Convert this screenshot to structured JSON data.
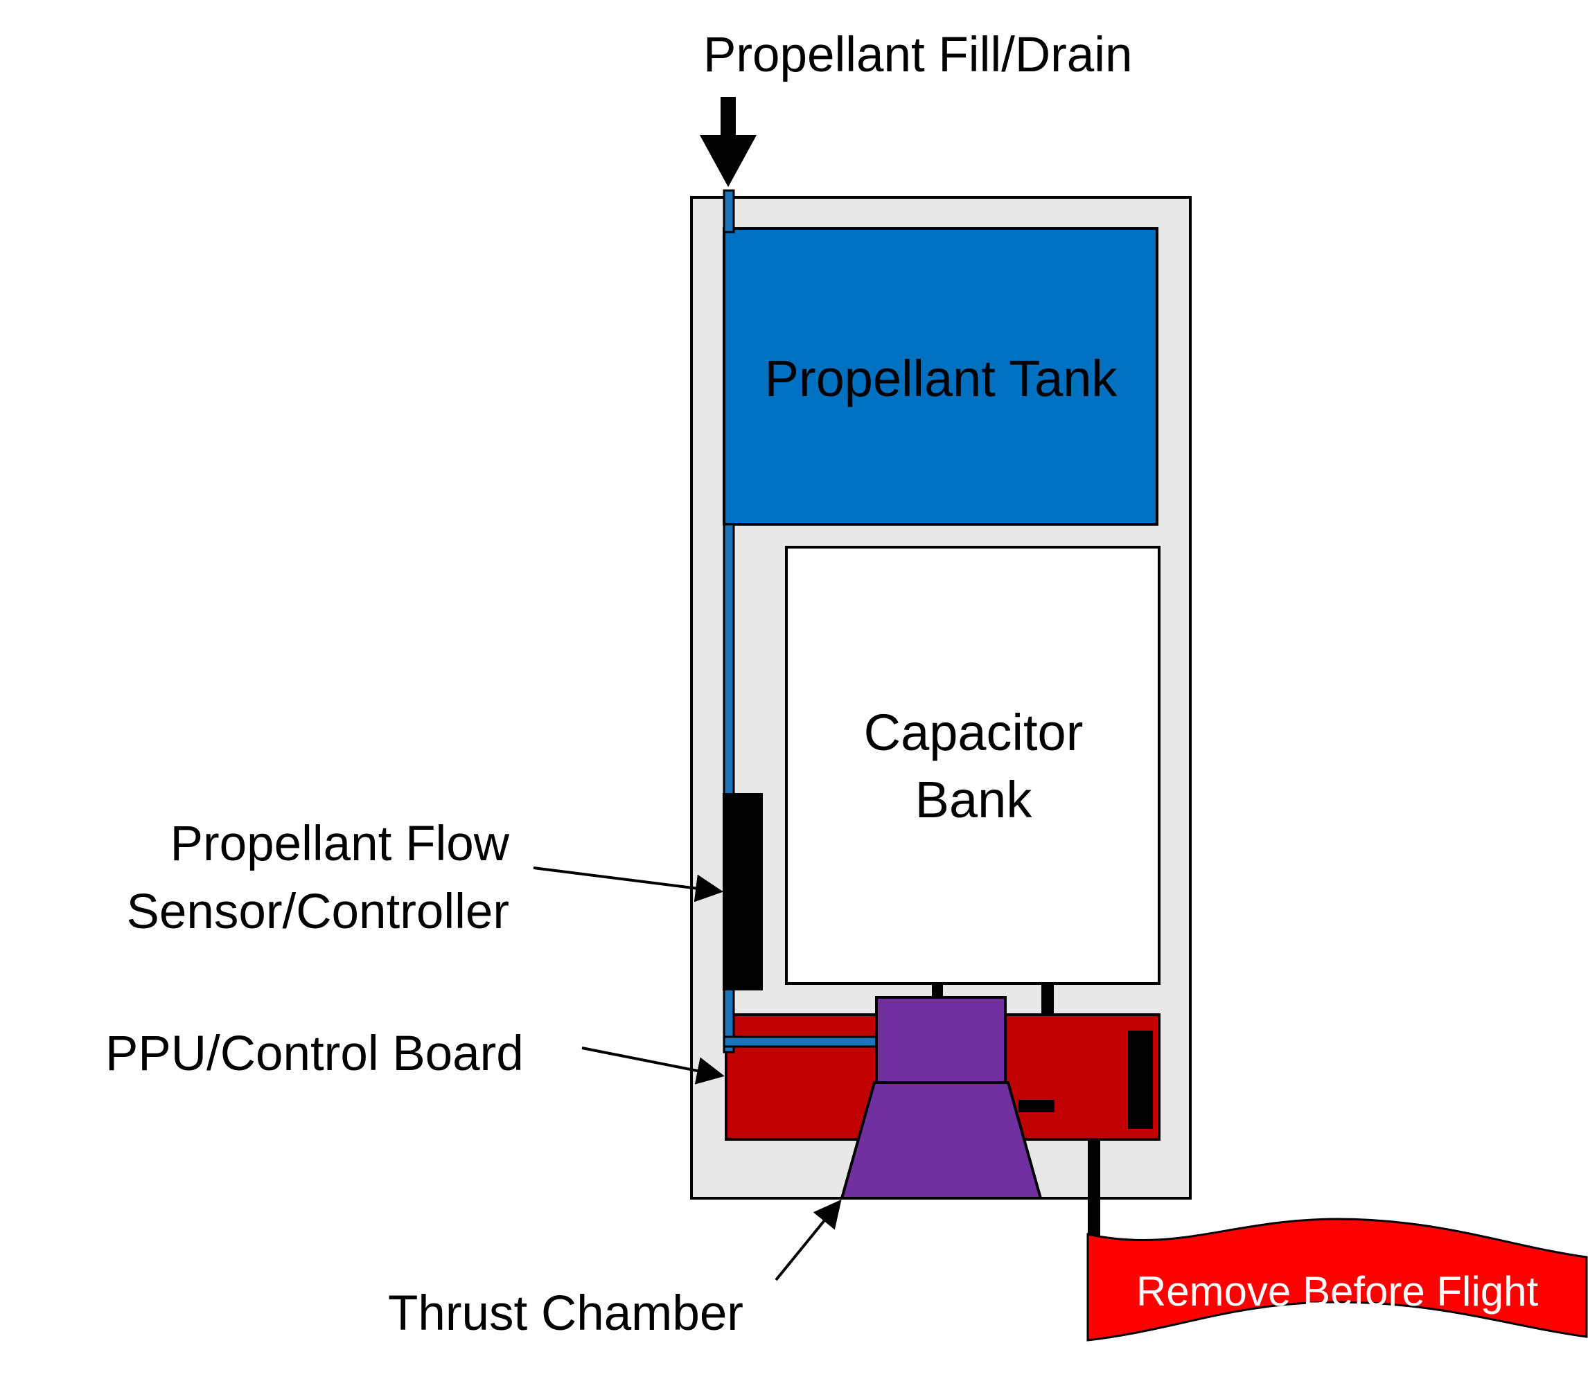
{
  "labels": {
    "fill_drain": "Propellant Fill/Drain",
    "propellant_tank": "Propellant Tank",
    "capacitor_bank_line1": "Capacitor",
    "capacitor_bank_line2": "Bank",
    "flow_sensor_line1": "Propellant Flow",
    "flow_sensor_line2": "Sensor/Controller",
    "ppu_board": "PPU/Control Board",
    "thrust_chamber": "Thrust Chamber",
    "remove_before_flight": "Remove Before Flight"
  },
  "colors": {
    "housing": "#e8e8e8",
    "propellant_tank": "#0070c0",
    "propellant_line": "#1a75bc",
    "capacitor_bank": "#ffffff",
    "ppu_board": "#c00000",
    "thrust_chamber": "#7030a0",
    "flow_sensor": "#000000",
    "remove_flag": "#ff0000"
  }
}
